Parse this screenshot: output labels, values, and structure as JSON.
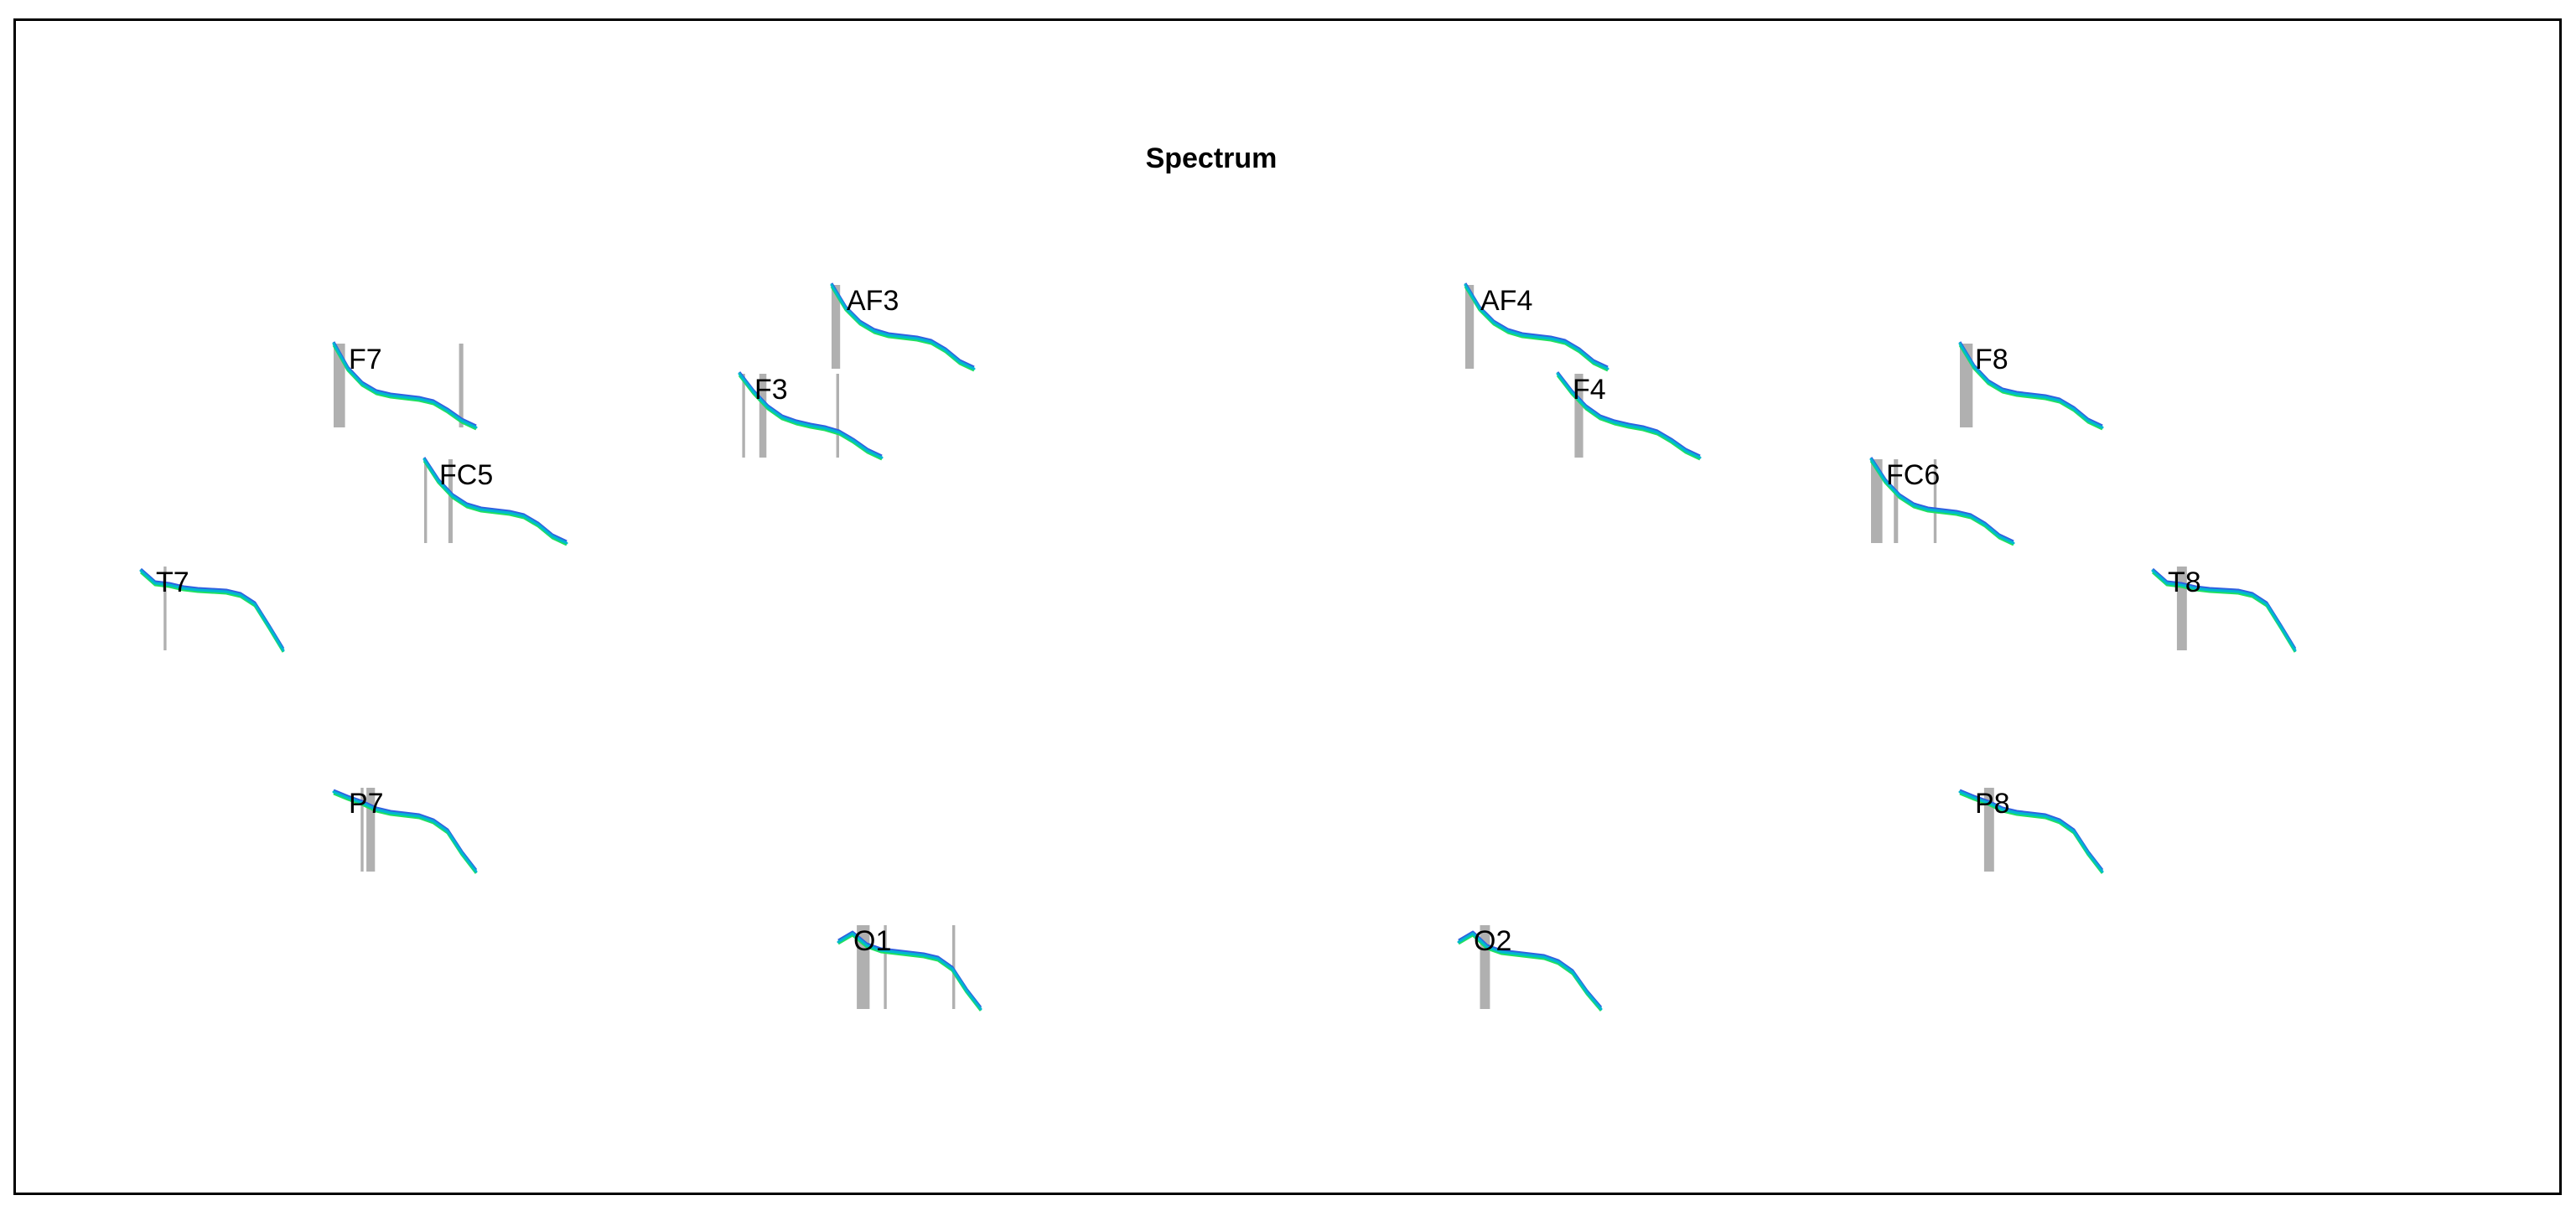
{
  "chart_data": {
    "type": "line",
    "title": "Spectrum",
    "xlabel": "",
    "ylabel": "",
    "grid": false,
    "legend": "none",
    "colors": {
      "line_a": "#00b8d0",
      "line_b": "#3060e0",
      "line_c": "#20e060",
      "highlight": "#b0b0b0",
      "frame": "#000000"
    },
    "x": [
      0,
      0.1,
      0.2,
      0.3,
      0.4,
      0.5,
      0.6,
      0.7,
      0.8,
      0.9,
      1.0
    ],
    "channels": [
      {
        "name": "AF3",
        "values": [
          1.0,
          0.72,
          0.55,
          0.45,
          0.4,
          0.38,
          0.36,
          0.32,
          0.22,
          0.08,
          0.0
        ],
        "bands": [
          [
            0.0,
            0.06
          ]
        ]
      },
      {
        "name": "AF4",
        "values": [
          1.0,
          0.72,
          0.55,
          0.45,
          0.4,
          0.38,
          0.36,
          0.32,
          0.22,
          0.08,
          0.0
        ],
        "bands": [
          [
            0.0,
            0.06
          ]
        ]
      },
      {
        "name": "F7",
        "values": [
          1.0,
          0.7,
          0.52,
          0.42,
          0.38,
          0.36,
          0.34,
          0.3,
          0.2,
          0.08,
          0.0
        ],
        "bands": [
          [
            0.0,
            0.08
          ],
          [
            0.88,
            0.91
          ]
        ]
      },
      {
        "name": "F3",
        "values": [
          1.0,
          0.78,
          0.6,
          0.48,
          0.42,
          0.38,
          0.35,
          0.3,
          0.2,
          0.08,
          0.0
        ],
        "bands": [
          [
            0.02,
            0.04
          ],
          [
            0.14,
            0.19
          ],
          [
            0.68,
            0.7
          ]
        ]
      },
      {
        "name": "F4",
        "values": [
          1.0,
          0.78,
          0.6,
          0.48,
          0.42,
          0.38,
          0.35,
          0.3,
          0.2,
          0.08,
          0.0
        ],
        "bands": [
          [
            0.12,
            0.18
          ]
        ]
      },
      {
        "name": "F8",
        "values": [
          1.0,
          0.72,
          0.54,
          0.44,
          0.4,
          0.38,
          0.36,
          0.32,
          0.22,
          0.08,
          0.0
        ],
        "bands": [
          [
            0.0,
            0.09
          ]
        ]
      },
      {
        "name": "FC5",
        "values": [
          1.0,
          0.74,
          0.56,
          0.45,
          0.4,
          0.38,
          0.36,
          0.32,
          0.22,
          0.08,
          0.0
        ],
        "bands": [
          [
            0.0,
            0.02
          ],
          [
            0.17,
            0.2
          ]
        ]
      },
      {
        "name": "FC6",
        "values": [
          1.0,
          0.74,
          0.56,
          0.45,
          0.4,
          0.38,
          0.36,
          0.32,
          0.22,
          0.08,
          0.0
        ],
        "bands": [
          [
            0.0,
            0.08
          ],
          [
            0.16,
            0.19
          ],
          [
            0.44,
            0.46
          ]
        ]
      },
      {
        "name": "T7",
        "values": [
          0.95,
          0.8,
          0.78,
          0.74,
          0.72,
          0.71,
          0.7,
          0.66,
          0.55,
          0.28,
          0.0
        ],
        "bands": [
          [
            0.16,
            0.18
          ]
        ]
      },
      {
        "name": "T8",
        "values": [
          0.95,
          0.8,
          0.78,
          0.74,
          0.72,
          0.71,
          0.7,
          0.66,
          0.55,
          0.28,
          0.0
        ],
        "bands": [
          [
            0.17,
            0.24
          ]
        ]
      },
      {
        "name": "P7",
        "values": [
          0.95,
          0.88,
          0.82,
          0.74,
          0.7,
          0.68,
          0.66,
          0.6,
          0.48,
          0.22,
          0.0
        ],
        "bands": [
          [
            0.19,
            0.21
          ],
          [
            0.23,
            0.29
          ]
        ]
      },
      {
        "name": "P8",
        "values": [
          0.95,
          0.88,
          0.82,
          0.74,
          0.7,
          0.68,
          0.66,
          0.6,
          0.48,
          0.22,
          0.0
        ],
        "bands": [
          [
            0.17,
            0.24
          ]
        ]
      },
      {
        "name": "O1",
        "values": [
          0.8,
          0.9,
          0.76,
          0.7,
          0.68,
          0.66,
          0.64,
          0.6,
          0.48,
          0.22,
          0.0
        ],
        "bands": [
          [
            0.13,
            0.22
          ],
          [
            0.32,
            0.34
          ],
          [
            0.8,
            0.82
          ]
        ]
      },
      {
        "name": "O2",
        "values": [
          0.8,
          0.9,
          0.74,
          0.68,
          0.66,
          0.64,
          0.62,
          0.56,
          0.44,
          0.2,
          0.0
        ],
        "bands": [
          [
            0.15,
            0.22
          ]
        ]
      }
    ]
  }
}
